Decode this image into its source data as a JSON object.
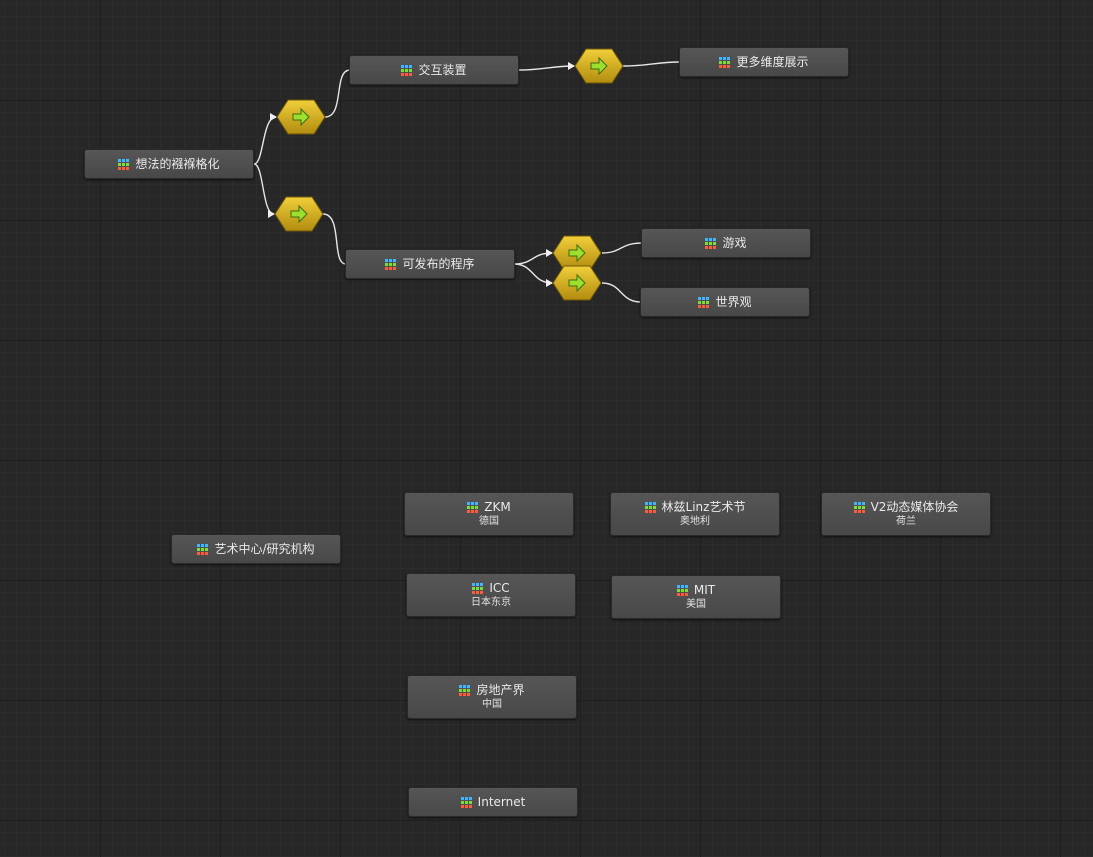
{
  "nodes": {
    "idea": {
      "label": "想法的襁褓格化"
    },
    "interactive": {
      "label": "交互装置"
    },
    "multidim": {
      "label": "更多维度展示"
    },
    "program": {
      "label": "可发布的程序"
    },
    "game": {
      "label": "游戏"
    },
    "worldview": {
      "label": "世界观"
    },
    "art_center": {
      "label": "艺术中心/研究机构"
    },
    "zkm": {
      "label": "ZKM",
      "sub": "德国"
    },
    "linz": {
      "label": "林兹Linz艺术节",
      "sub": "奥地利"
    },
    "v2": {
      "label": "V2动态媒体协会",
      "sub": "荷兰"
    },
    "icc": {
      "label": "ICC",
      "sub": "日本东京"
    },
    "mit": {
      "label": "MIT",
      "sub": "美国"
    },
    "realestate": {
      "label": "房地产界",
      "sub": "中国"
    },
    "internet": {
      "label": "Internet"
    }
  },
  "icons": {
    "node_icon": "color-grid-icon",
    "gate_icon": "right-arrow-icon"
  },
  "colors": {
    "canvas": "#272727",
    "node": "#4f4f4f",
    "wire": "#e6e6e6",
    "gate_fill": "#d6b21e",
    "arrow": "#8fd62a"
  }
}
